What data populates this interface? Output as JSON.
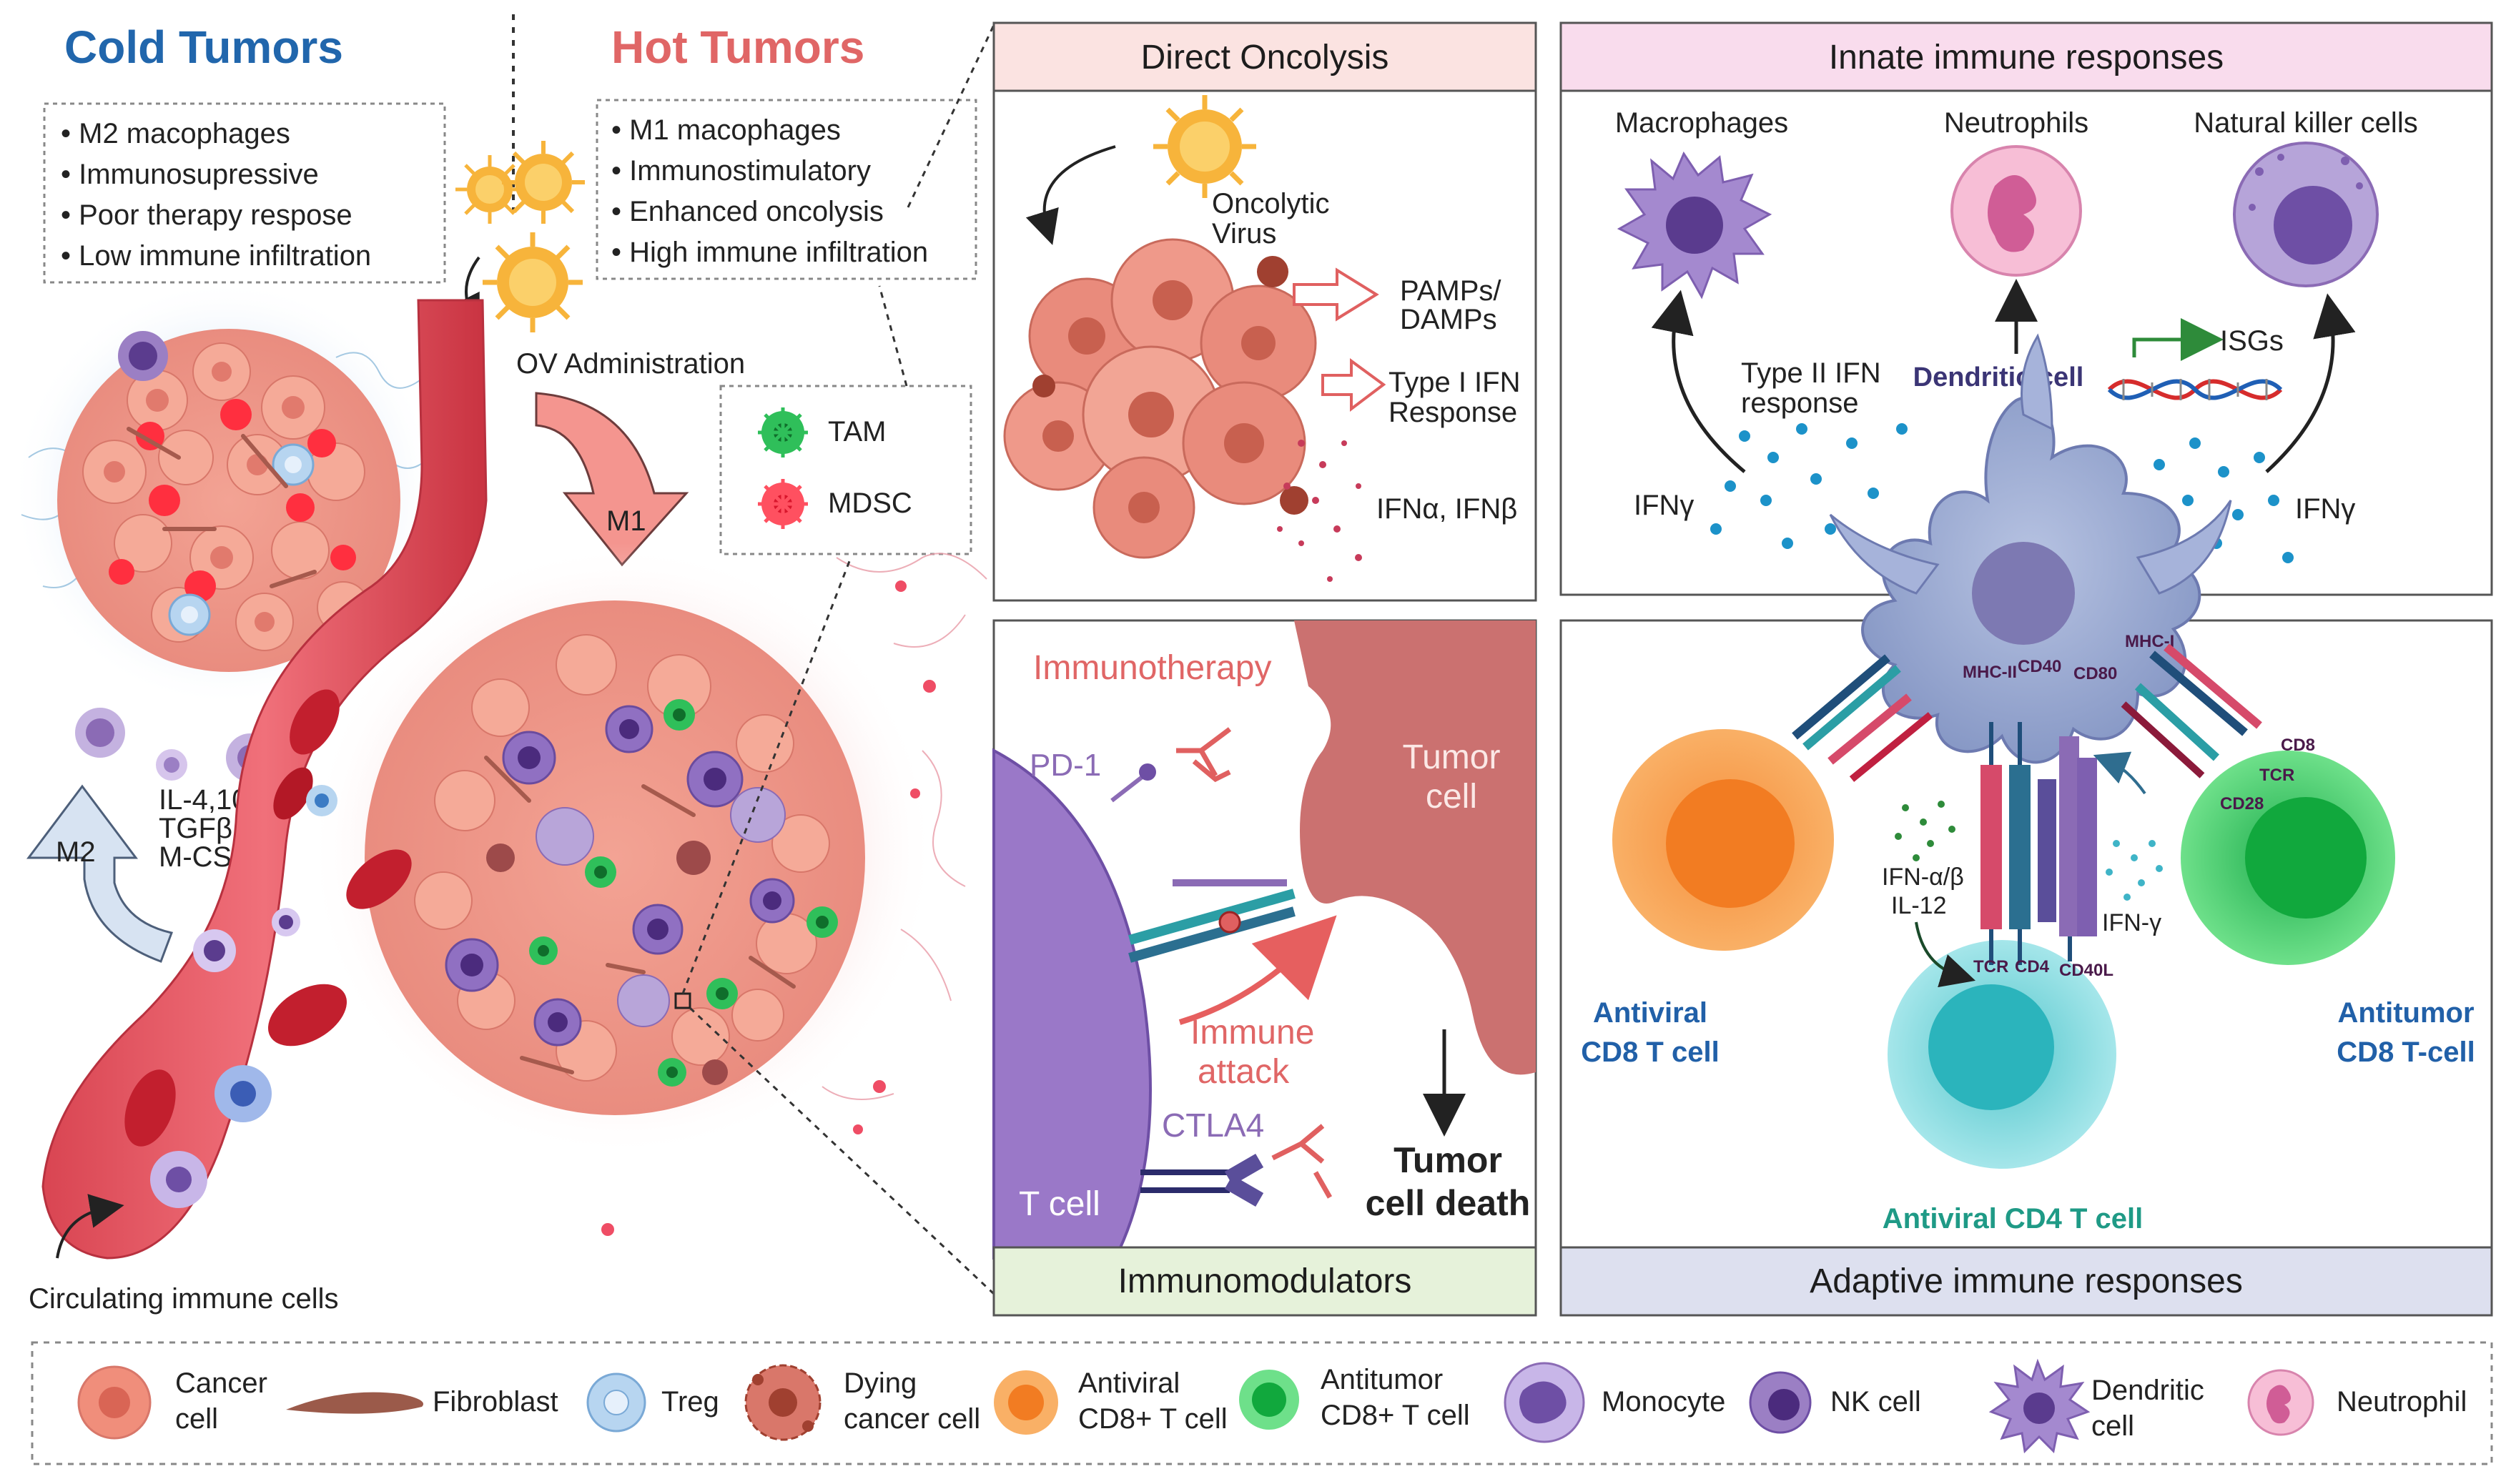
{
  "left": {
    "cold_title": "Cold Tumors",
    "hot_title": "Hot Tumors",
    "cold_list": [
      "• M2 macophages",
      "• Immunosupressive",
      "• Poor therapy respose",
      "• Low immune infiltration"
    ],
    "hot_list": [
      "• M1 macophages",
      "• Immunostimulatory",
      "• Enhanced oncolysis",
      "• High immune infiltration"
    ],
    "ov_admin": "OV Administration",
    "m1": "M1",
    "m2": "M2",
    "cytokines": [
      "IL-4,10, 13",
      "TGFβ",
      "M-CSF"
    ],
    "tam": "TAM",
    "mdsc": "MDSC",
    "circulating": "Circulating immune cells"
  },
  "oncolysis": {
    "title": "Direct Oncolysis",
    "virus": [
      "Oncolytic",
      "Virus"
    ],
    "pamps": [
      "PAMPs/",
      "DAMPs"
    ],
    "ifn_response": [
      "Type I IFN",
      "Response"
    ],
    "ifn_ab": "IFNα, IFNβ"
  },
  "immuno": {
    "title": "Immunomodulators",
    "immunotherapy": "Immunotherapy",
    "pd1": "PD-1",
    "tumor_cell": [
      "Tumor",
      "cell"
    ],
    "attack": [
      "Immune",
      "attack"
    ],
    "ctla4": "CTLA4",
    "tcell": "T cell",
    "death": [
      "Tumor",
      "cell death"
    ]
  },
  "innate": {
    "title": "Innate immune responses",
    "macrophages": "Macrophages",
    "neutrophils": "Neutrophils",
    "nk": "Natural killer cells",
    "type2": [
      "Type II IFN",
      "response"
    ],
    "dendritic": "Dendritic cell",
    "isgs": "ISGs",
    "ifng_left": "IFNγ",
    "ifng_right": "IFNγ"
  },
  "adaptive": {
    "title": "Adaptive immune responses",
    "mhc1": "MHC-I",
    "mhc2": "MHC-II",
    "cd40": "CD40",
    "cd80": "CD80",
    "cd8": "CD8",
    "tcr": "TCR",
    "cd28": "CD28",
    "ifnab": "IFN-α/β",
    "il12": "IL-12",
    "ifng": "IFN-γ",
    "tcr2": "TCR",
    "cd4": "CD4",
    "cd40l": "CD40L",
    "antiviral_cd8": [
      "Antiviral",
      "CD8 T cell"
    ],
    "antitumor_cd8": [
      "Antitumor",
      "CD8 T-cell"
    ],
    "antiviral_cd4": "Antiviral CD4 T cell"
  },
  "legend": {
    "cancer": [
      "Cancer",
      "cell"
    ],
    "fibroblast": "Fibroblast",
    "treg": "Treg",
    "dying": [
      "Dying",
      "cancer cell"
    ],
    "antiviral": [
      "Antiviral",
      "CD8+ T cell"
    ],
    "antitumor": [
      "Antitumor",
      "CD8+ T cell"
    ],
    "monocyte": "Monocyte",
    "nk": "NK cell",
    "dendritic": [
      "Dendritic",
      "cell"
    ],
    "neutrophil": "Neutrophil"
  },
  "colors": {
    "cold": "#2166ac",
    "hot": "#e06666",
    "oncolysis_header": "#fbe3e1",
    "immuno_header": "#e6f2da",
    "innate_header": "#f9dced",
    "adaptive_header": "#dde0ef"
  }
}
